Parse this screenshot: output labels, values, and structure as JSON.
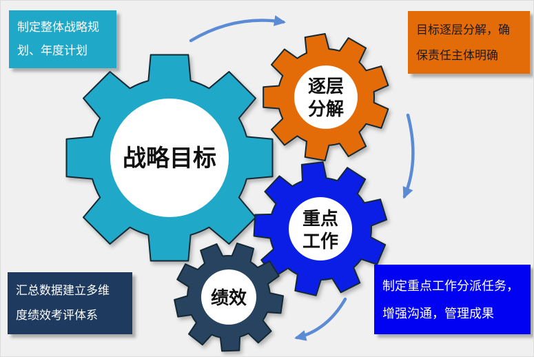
{
  "palette": {
    "background": "#f0f0f0",
    "teal": "#1fa8c8",
    "orange": "#e36c09",
    "bright_blue": "#0b1ee6",
    "pure_blue": "#0202f2",
    "navy_gear": "#27435f",
    "navy_box": "#1f3a5f",
    "arrow_blue": "#5b8bd5",
    "gear_hub": "#ffffff",
    "gear_label": "#101010"
  },
  "gears": {
    "strategy": {
      "lines": [
        "战略目标"
      ],
      "color": "#1fa8c8"
    },
    "decompose": {
      "lines": [
        "逐层",
        "分解"
      ],
      "color": "#e36c09"
    },
    "key_work": {
      "lines": [
        "重点",
        "工作"
      ],
      "color": "#0b1ee6"
    },
    "performance": {
      "lines": [
        "绩效"
      ],
      "color": "#27435f"
    }
  },
  "notes": {
    "top_left": {
      "lines": [
        "制定整体战略规",
        "划、年度计划"
      ]
    },
    "top_right": {
      "lines": [
        "目标逐层分解，确",
        "保责任主体明确"
      ]
    },
    "bottom_left": {
      "lines": [
        "汇总数据建立多维",
        "度绩效考评体系"
      ]
    },
    "bottom_right": {
      "lines": [
        "制定重点工作分派任务，",
        "增强沟通，管理成果"
      ]
    }
  }
}
